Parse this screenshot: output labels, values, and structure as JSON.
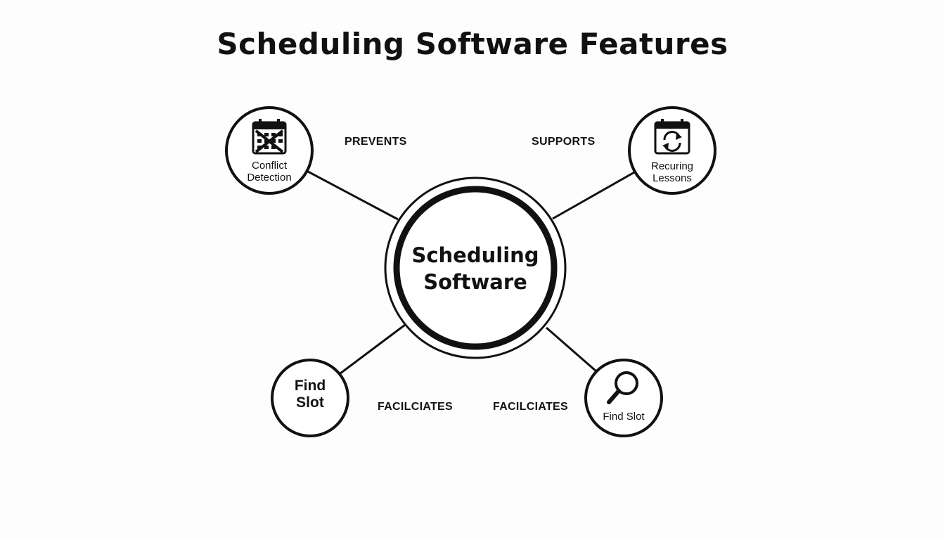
{
  "title": "Scheduling Software Features",
  "center": {
    "line1": "Scheduling",
    "line2": "Software"
  },
  "nodes": {
    "conflict_detection": {
      "line1": "Conflict",
      "line2": "Detection",
      "icon": "calendar-x-icon"
    },
    "recurring_lessons": {
      "line1": "Recuring",
      "line2": "Lessons",
      "icon": "calendar-refresh-icon"
    },
    "find_slot_left": {
      "line1": "Find",
      "line2": "Slot"
    },
    "find_slot_right": {
      "label": "Find Slot",
      "icon": "magnifier-icon"
    }
  },
  "relations": {
    "prevents": "PREVENTS",
    "supports": "SUPPORTS",
    "facilitates_left": "FACILCIATES",
    "facilitates_right": "FACILCIATES"
  },
  "colors": {
    "stroke": "#111111",
    "background": "#fdfdfd"
  }
}
